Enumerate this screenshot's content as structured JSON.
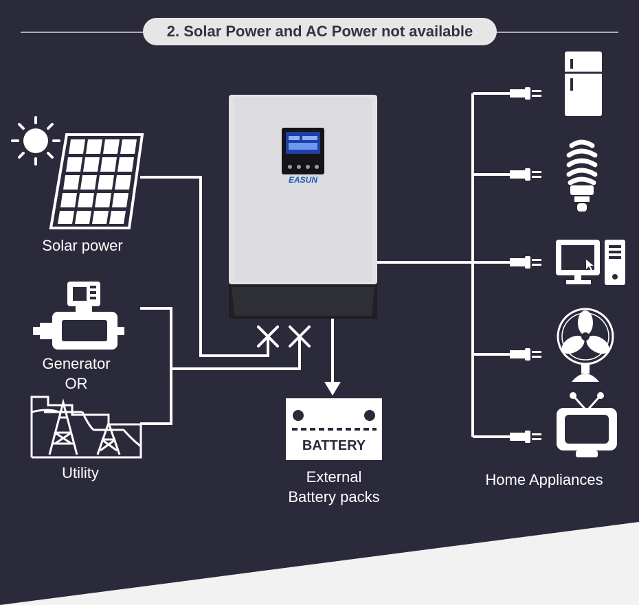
{
  "header": {
    "title": "2. Solar Power and AC Power not available"
  },
  "inputs": {
    "solar_label": "Solar power",
    "generator_label": "Generator",
    "or_label": "OR",
    "utility_label": "Utility"
  },
  "inverter": {
    "brand": "EASUN"
  },
  "battery": {
    "box_text": "BATTERY",
    "label_line1": "External",
    "label_line2": "Battery packs"
  },
  "outputs": {
    "label": "Home Appliances"
  },
  "colors": {
    "background": "#2b2a3b",
    "line": "#ffffff",
    "pill": "#e6e6e6",
    "footer": "#f2f2f2"
  }
}
